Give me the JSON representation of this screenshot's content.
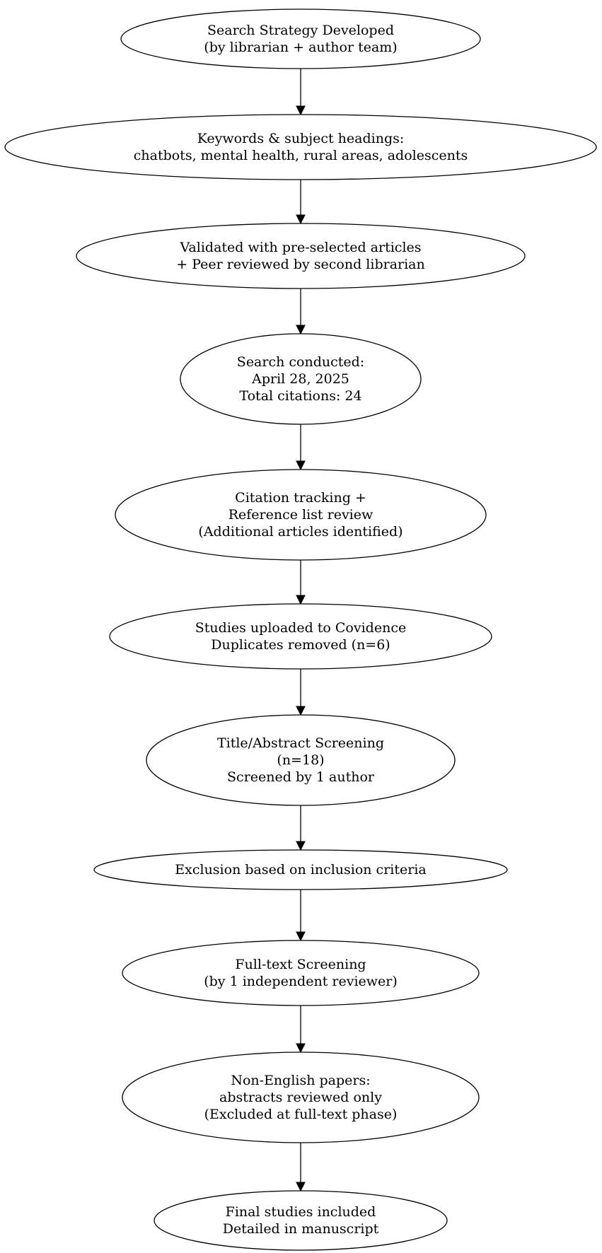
{
  "diagram": {
    "nodes": [
      {
        "id": "search-strategy",
        "lines": [
          "Search Strategy Developed",
          "(by librarian + author team)"
        ]
      },
      {
        "id": "keywords",
        "lines": [
          "Keywords & subject headings:",
          "chatbots, mental health, rural areas, adolescents"
        ]
      },
      {
        "id": "validated",
        "lines": [
          "Validated with pre-selected articles",
          "+ Peer reviewed by second librarian"
        ]
      },
      {
        "id": "search-conducted",
        "lines": [
          "Search conducted:",
          "April 28, 2025",
          "Total citations: 24"
        ]
      },
      {
        "id": "citation-tracking",
        "lines": [
          "Citation tracking +",
          "Reference list review",
          "(Additional articles identified)"
        ]
      },
      {
        "id": "covidence-upload",
        "lines": [
          "Studies uploaded to Covidence",
          "Duplicates removed (n=6)"
        ]
      },
      {
        "id": "title-abstract-screening",
        "lines": [
          "Title/Abstract Screening",
          "(n=18)",
          "Screened by 1 author"
        ]
      },
      {
        "id": "exclusion",
        "lines": [
          "Exclusion based on inclusion criteria"
        ]
      },
      {
        "id": "full-text-screening",
        "lines": [
          "Full-text Screening",
          "(by 1 independent reviewer)"
        ]
      },
      {
        "id": "non-english",
        "lines": [
          "Non-English papers:",
          "abstracts reviewed only",
          "(Excluded at full-text phase)"
        ]
      },
      {
        "id": "final-studies",
        "lines": [
          "Final studies included",
          "Detailed in manuscript"
        ]
      }
    ],
    "edges": [
      {
        "from": "search-strategy",
        "to": "keywords"
      },
      {
        "from": "keywords",
        "to": "validated"
      },
      {
        "from": "validated",
        "to": "search-conducted"
      },
      {
        "from": "search-conducted",
        "to": "citation-tracking"
      },
      {
        "from": "citation-tracking",
        "to": "covidence-upload"
      },
      {
        "from": "covidence-upload",
        "to": "title-abstract-screening"
      },
      {
        "from": "title-abstract-screening",
        "to": "exclusion"
      },
      {
        "from": "exclusion",
        "to": "full-text-screening"
      },
      {
        "from": "full-text-screening",
        "to": "non-english"
      },
      {
        "from": "non-english",
        "to": "final-studies"
      }
    ]
  }
}
